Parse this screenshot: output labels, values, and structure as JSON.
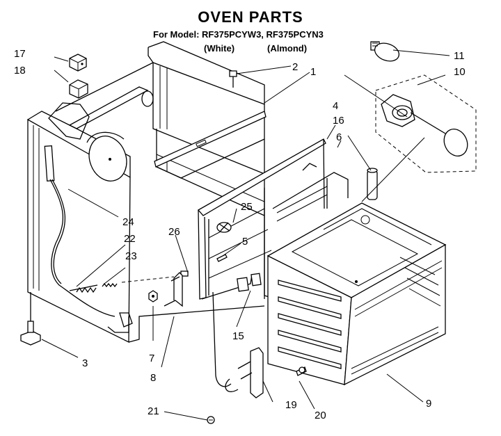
{
  "header": {
    "title": "OVEN PARTS",
    "models": "For Model: RF375PCYW3, RF375PCYN3",
    "variant_white": "(White)",
    "variant_almond": "(Almond)"
  },
  "callouts": {
    "p1": "1",
    "p2": "2",
    "p3": "3",
    "p4": "4",
    "p5": "5",
    "p6": "6",
    "p7": "7",
    "p8": "8",
    "p9": "9",
    "p10": "10",
    "p11": "11",
    "p15": "15",
    "p16": "16",
    "p17": "17",
    "p18": "18",
    "p19": "19",
    "p20": "20",
    "p21": "21",
    "p22": "22",
    "p23": "23",
    "p24": "24",
    "p25": "25",
    "p26": "26"
  }
}
